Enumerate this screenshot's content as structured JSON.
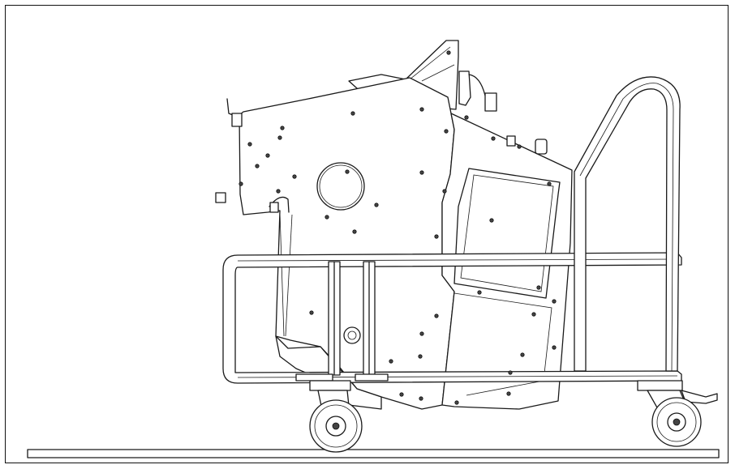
{
  "figure": {
    "subject": "",
    "view": "",
    "line_color": "#1a1a1a",
    "background": "#ffffff",
    "frame_border": "#111111"
  },
  "components": [
    {
      "name": "machine-body",
      "icon": "machine-body-icon"
    },
    {
      "name": "trolley-frame",
      "icon": "trolley-frame-icon"
    },
    {
      "name": "push-handle",
      "icon": "push-handle-icon"
    },
    {
      "name": "front-caster-wheel",
      "icon": "caster-wheel-icon"
    },
    {
      "name": "rear-caster-wheel-with-brake",
      "icon": "caster-brake-icon"
    },
    {
      "name": "floor-line",
      "icon": "floor-icon"
    }
  ]
}
